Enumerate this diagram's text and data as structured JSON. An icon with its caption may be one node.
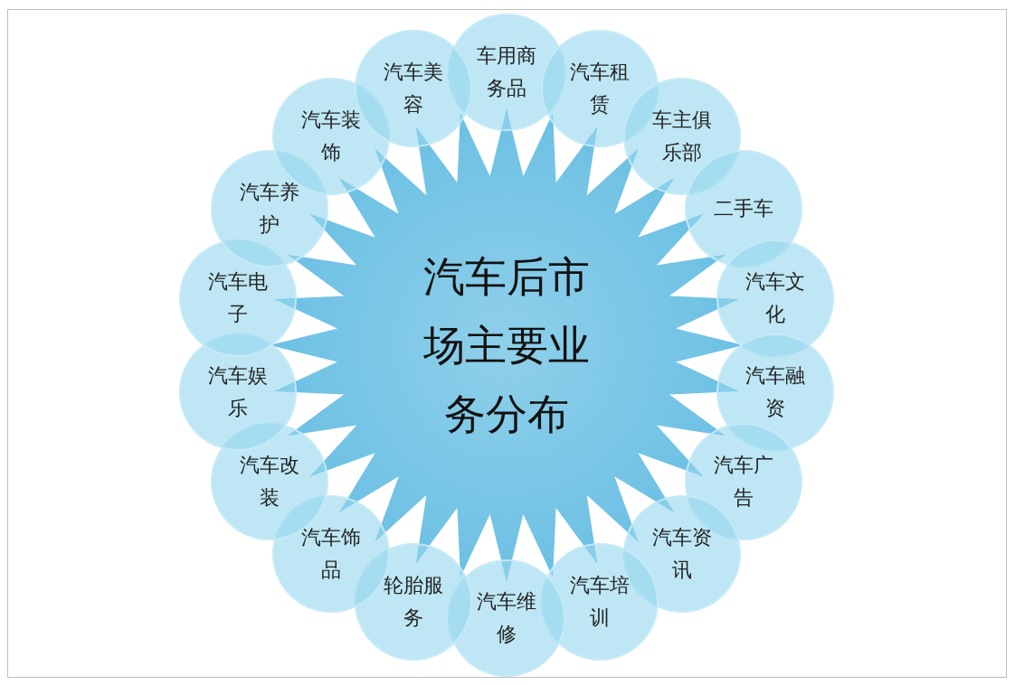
{
  "diagram": {
    "nodes": [
      {
        "text": [
          "汽车后市场主要业务分布"
        ]
      },
      {
        "text": [
          "车用商务品"
        ]
      },
      {
        "text": [
          "汽车租赁"
        ]
      },
      {
        "text": [
          "车主俱乐部"
        ]
      },
      {
        "text": [
          "二手车"
        ]
      },
      {
        "text": [
          "汽车文化"
        ]
      },
      {
        "text": [
          "汽车融资"
        ]
      },
      {
        "text": [
          "汽车广告"
        ]
      },
      {
        "text": [
          "汽车资讯"
        ]
      },
      {
        "text": [
          "汽车培训"
        ]
      },
      {
        "text": [
          "汽车维修"
        ]
      },
      {
        "text": [
          "轮胎服务"
        ]
      },
      {
        "text": [
          "汽车饰品"
        ]
      },
      {
        "text": [
          "汽车改装"
        ]
      },
      {
        "text": [
          "汽车娱乐"
        ]
      },
      {
        "text": [
          "汽车电子"
        ]
      },
      {
        "text": [
          "汽车养护"
        ]
      },
      {
        "text": [
          "汽车装饰"
        ]
      },
      {
        "text": [
          "汽车美容"
        ]
      }
    ]
  }
}
